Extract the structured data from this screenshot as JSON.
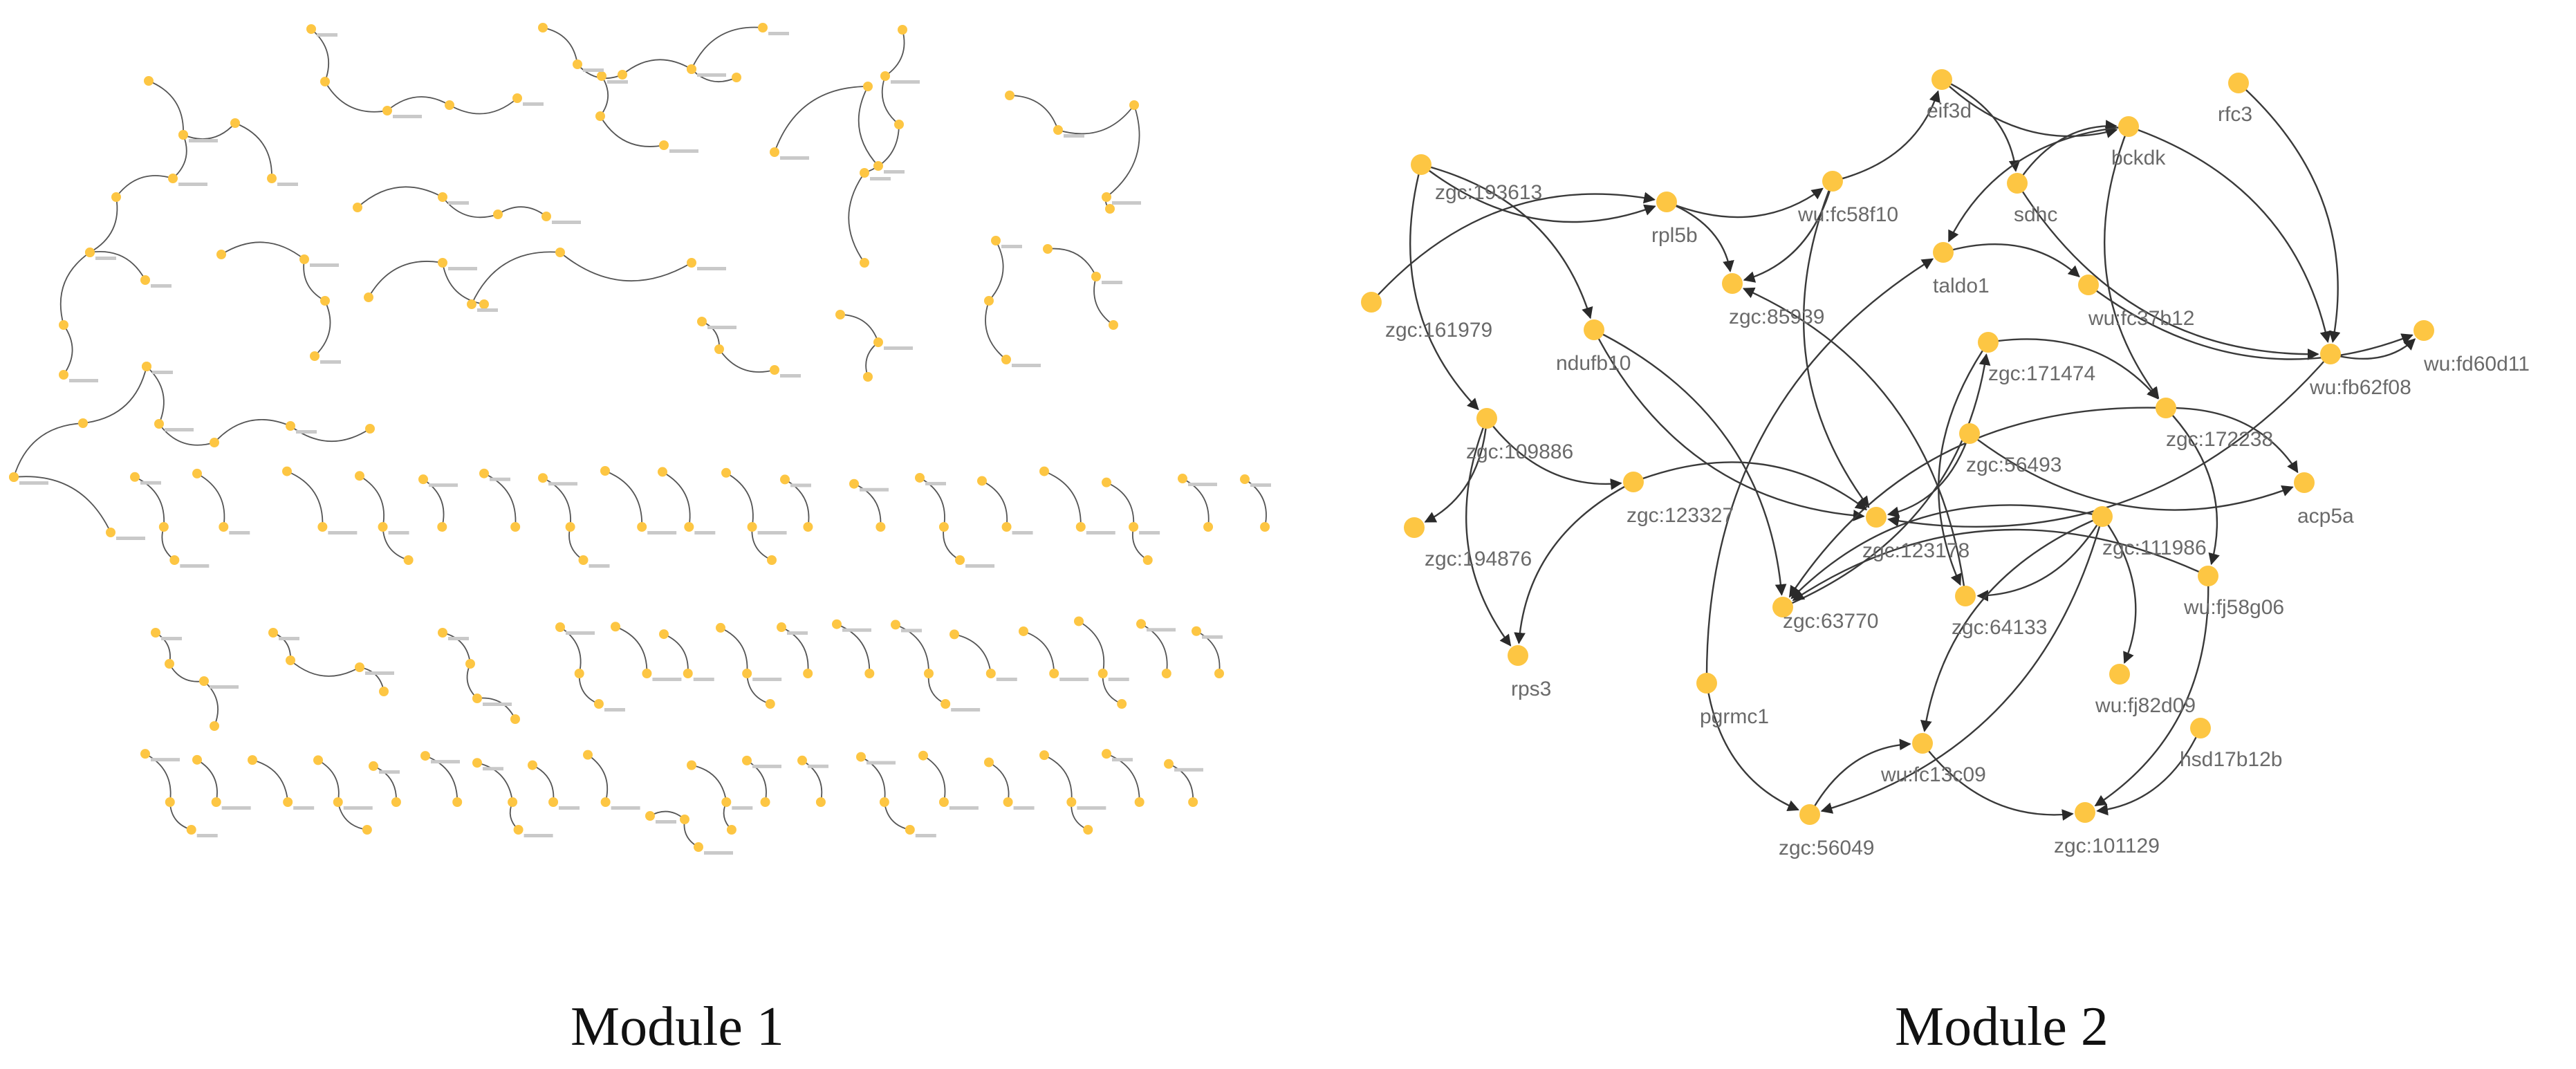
{
  "captions": {
    "module1": "Module 1",
    "module2": "Module 2"
  },
  "colors": {
    "node": "#FDC643",
    "edge": "#3a3a3a",
    "label": "#6a6a6a",
    "caption": "#111111"
  },
  "module2": {
    "nodes": [
      {
        "id": "zgc:193613"
      },
      {
        "id": "zgc:161979"
      },
      {
        "id": "ndufb10"
      },
      {
        "id": "rpl5b"
      },
      {
        "id": "zgc:85939"
      },
      {
        "id": "wu:fc58f10"
      },
      {
        "id": "eif3d"
      },
      {
        "id": "sdhc"
      },
      {
        "id": "taldo1"
      },
      {
        "id": "bckdk"
      },
      {
        "id": "rfc3"
      },
      {
        "id": "wu:fc37b12"
      },
      {
        "id": "wu:fb62f08"
      },
      {
        "id": "wu:fd60d11"
      },
      {
        "id": "zgc:171474"
      },
      {
        "id": "zgc:172238"
      },
      {
        "id": "zgc:109886"
      },
      {
        "id": "zgc:123327"
      },
      {
        "id": "zgc:194876"
      },
      {
        "id": "rps3"
      },
      {
        "id": "zgc:56493"
      },
      {
        "id": "zgc:123178"
      },
      {
        "id": "acp5a"
      },
      {
        "id": "zgc:111986"
      },
      {
        "id": "zgc:63770"
      },
      {
        "id": "zgc:64133"
      },
      {
        "id": "pgrmc1"
      },
      {
        "id": "wu:fj58g06"
      },
      {
        "id": "wu:fj82d09"
      },
      {
        "id": "hsd17b12b"
      },
      {
        "id": "wu:fc13c09"
      },
      {
        "id": "zgc:56049"
      },
      {
        "id": "zgc:101129"
      }
    ],
    "edges": [
      [
        "zgc:193613",
        "rpl5b"
      ],
      [
        "zgc:193613",
        "ndufb10"
      ],
      [
        "zgc:193613",
        "zgc:109886"
      ],
      [
        "zgc:161979",
        "rpl5b"
      ],
      [
        "ndufb10",
        "zgc:123178"
      ],
      [
        "ndufb10",
        "zgc:63770"
      ],
      [
        "rpl5b",
        "wu:fc58f10"
      ],
      [
        "rpl5b",
        "zgc:85939"
      ],
      [
        "wu:fc58f10",
        "eif3d"
      ],
      [
        "wu:fc58f10",
        "zgc:85939"
      ],
      [
        "wu:fc58f10",
        "zgc:123178"
      ],
      [
        "eif3d",
        "sdhc"
      ],
      [
        "eif3d",
        "bckdk"
      ],
      [
        "sdhc",
        "bckdk"
      ],
      [
        "sdhc",
        "wu:fb62f08"
      ],
      [
        "taldo1",
        "wu:fc37b12"
      ],
      [
        "bckdk",
        "taldo1"
      ],
      [
        "bckdk",
        "wu:fb62f08"
      ],
      [
        "bckdk",
        "zgc:172238"
      ],
      [
        "rfc3",
        "wu:fb62f08"
      ],
      [
        "wu:fb62f08",
        "wu:fd60d11"
      ],
      [
        "wu:fb62f08",
        "zgc:123178"
      ],
      [
        "wu:fc37b12",
        "wu:fd60d11"
      ],
      [
        "zgc:171474",
        "zgc:172238"
      ],
      [
        "zgc:171474",
        "zgc:64133"
      ],
      [
        "zgc:172238",
        "acp5a"
      ],
      [
        "zgc:172238",
        "zgc:63770"
      ],
      [
        "zgc:172238",
        "wu:fj58g06"
      ],
      [
        "zgc:109886",
        "zgc:123327"
      ],
      [
        "zgc:109886",
        "zgc:194876"
      ],
      [
        "zgc:109886",
        "rps3"
      ],
      [
        "zgc:123327",
        "zgc:123178"
      ],
      [
        "zgc:123327",
        "rps3"
      ],
      [
        "zgc:56493",
        "zgc:123178"
      ],
      [
        "zgc:56493",
        "acp5a"
      ],
      [
        "zgc:111986",
        "zgc:64133"
      ],
      [
        "zgc:111986",
        "zgc:63770"
      ],
      [
        "zgc:111986",
        "wu:fj82d09"
      ],
      [
        "zgc:111986",
        "wu:fc13c09"
      ],
      [
        "zgc:111986",
        "zgc:56049"
      ],
      [
        "zgc:63770",
        "zgc:171474"
      ],
      [
        "pgrmc1",
        "taldo1"
      ],
      [
        "pgrmc1",
        "zgc:56049"
      ],
      [
        "wu:fj58g06",
        "zgc:101129"
      ],
      [
        "wu:fj58g06",
        "zgc:63770"
      ],
      [
        "hsd17b12b",
        "zgc:101129"
      ],
      [
        "wu:fc13c09",
        "zgc:101129"
      ],
      [
        "zgc:56049",
        "wu:fc13c09"
      ],
      [
        "zgc:64133",
        "zgc:85939"
      ]
    ]
  }
}
